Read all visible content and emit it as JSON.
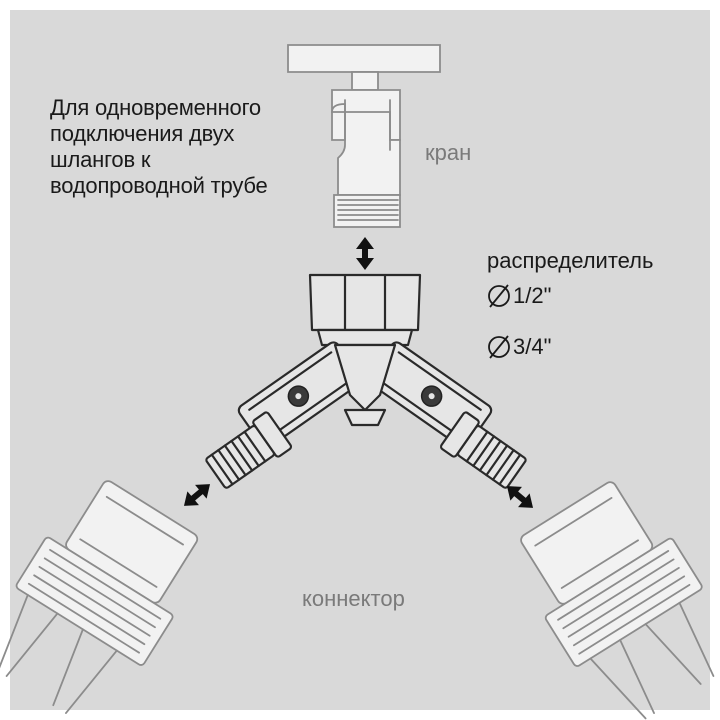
{
  "description": "Для одновременного подключения двух шлангов к водопроводной трубе",
  "labels": {
    "faucet": "кран",
    "distributor": "распределитель",
    "size_half": "1/2\"",
    "size_three_quarter": "3/4\"",
    "connector": "коннектор"
  },
  "colors": {
    "background": "#d9d9d9",
    "outline": "#2a2a2a",
    "ghost_outline": "#8c8c8c",
    "text": "#1a1a1a",
    "muted_text": "#7a7a7a"
  },
  "icons": [
    "diameter-icon",
    "double-arrow-icon"
  ]
}
